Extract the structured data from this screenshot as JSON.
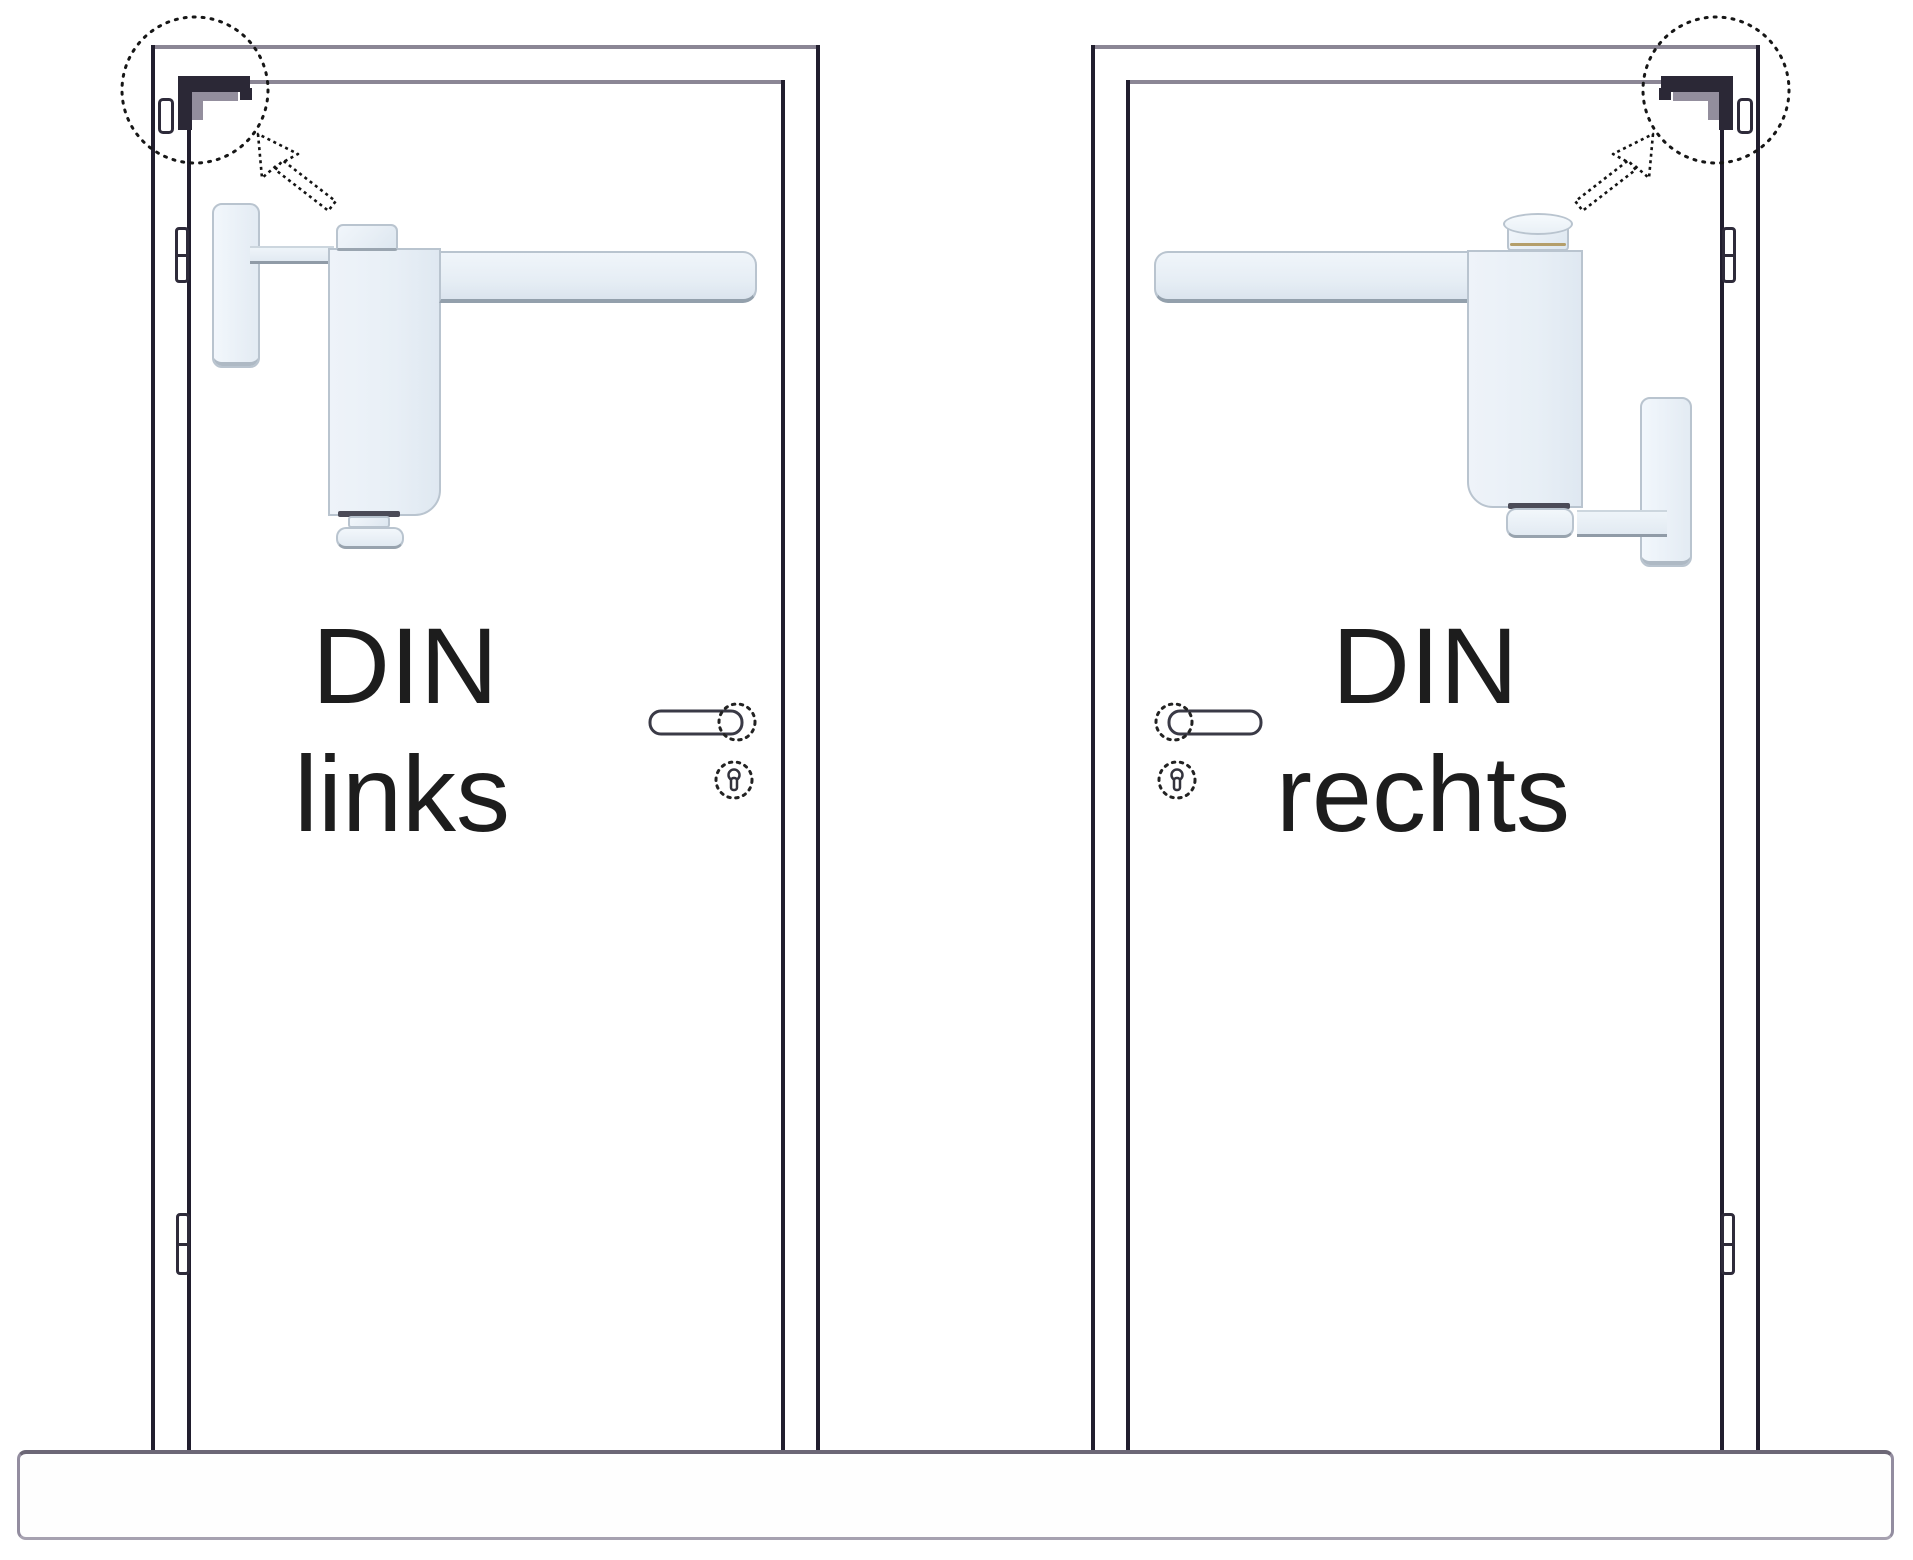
{
  "diagram": {
    "left_door": {
      "label_line1": "DIN",
      "label_line2": "links"
    },
    "right_door": {
      "label_line1": "DIN",
      "label_line2": "rechts"
    }
  },
  "icons": {
    "callout": "detail-callout-circle",
    "cursor": "cursor-arrow-icon",
    "handle": "door-handle-icon",
    "keyhole": "keyhole-icon",
    "hinge": "hinge-icon",
    "closer": "door-closer"
  },
  "colors": {
    "background": "#ffffff",
    "door_outline": "#211e2e",
    "frame_top_lines": "#8b8695",
    "floor_outline": "#6c6776",
    "bracket_dark": "#2b2836",
    "closer_fill": "#e9eff5",
    "closer_border": "#b9c4cf",
    "closer_seam_tan": "#b49e6a",
    "text": "#1d1d1d",
    "callout_stroke": "#161616"
  }
}
